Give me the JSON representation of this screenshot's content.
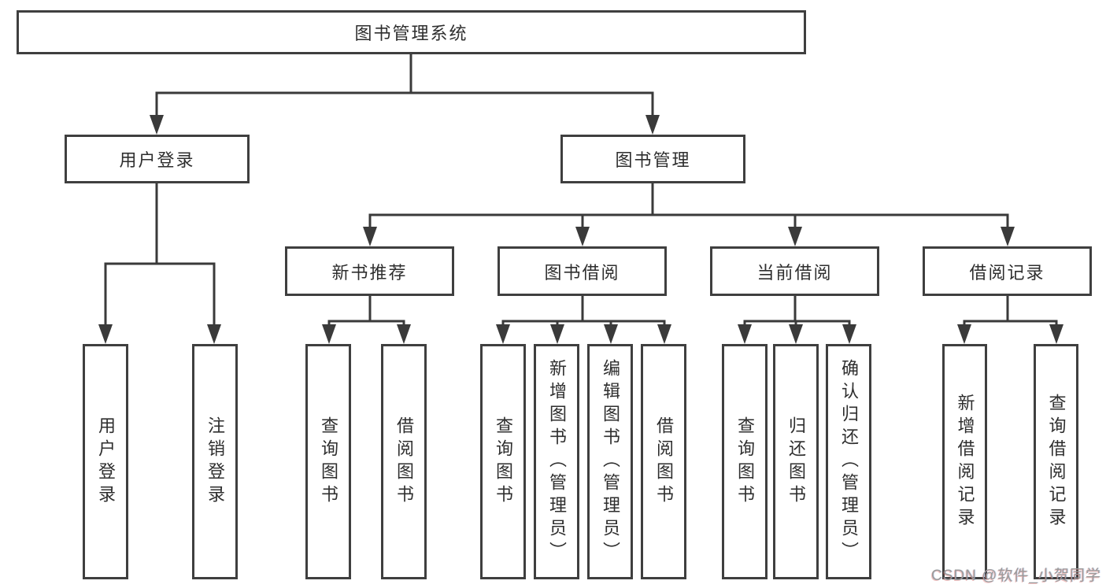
{
  "diagram": {
    "root": {
      "label": "图书管理系统"
    },
    "level2": [
      {
        "label": "用户登录"
      },
      {
        "label": "图书管理"
      }
    ],
    "level3": [
      {
        "label": "新书推荐"
      },
      {
        "label": "图书借阅"
      },
      {
        "label": "当前借阅"
      },
      {
        "label": "借阅记录"
      }
    ],
    "leaves": [
      {
        "label": "用户登录"
      },
      {
        "label": "注销登录"
      },
      {
        "label": "查询图书"
      },
      {
        "label": "借阅图书"
      },
      {
        "label": "查询图书"
      },
      {
        "label": "新增图书（管理员）"
      },
      {
        "label": "编辑图书（管理员）"
      },
      {
        "label": "借阅图书"
      },
      {
        "label": "查询图书"
      },
      {
        "label": "归还图书"
      },
      {
        "label": "确认归还（管理员）"
      },
      {
        "label": "新增借阅记录"
      },
      {
        "label": "查询借阅记录"
      }
    ]
  },
  "watermark": {
    "text": "CSDN @软件_小贺同学"
  },
  "colors": {
    "line": "#3a3a3a",
    "box_border": "#3f3f3f",
    "text": "#2e2e2e",
    "watermark_gray": "#9b9b9b"
  }
}
